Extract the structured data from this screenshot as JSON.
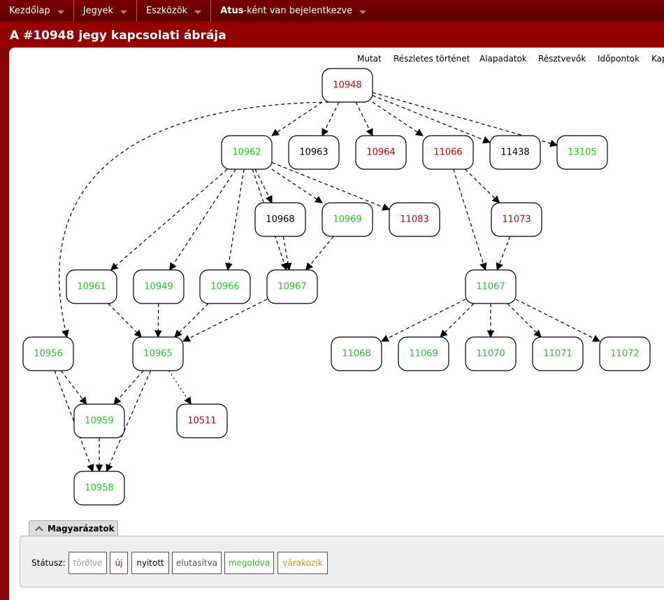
{
  "nav": {
    "items": [
      {
        "label": "Kezdőlap"
      },
      {
        "label": "Jegyek"
      },
      {
        "label": "Eszközök"
      }
    ],
    "user_bold": "Atus",
    "user_rest": "-ként van bejelentkezve"
  },
  "page": {
    "title": "A #10948 jegy kapcsolati ábrája"
  },
  "subnav": {
    "items": [
      "Mutat",
      "Részletes történet",
      "Alapadatok",
      "Résztvevők",
      "Időpontok",
      "Kap"
    ]
  },
  "colors": {
    "new": "#cc0000",
    "open": "#000000",
    "resolved": "#22cc22",
    "deleted": "#999999",
    "rejected": "#555555",
    "stalled": "#e09000"
  },
  "graph": {
    "nodes": [
      {
        "id": "10948",
        "status": "new"
      },
      {
        "id": "10962",
        "status": "resolved"
      },
      {
        "id": "10963",
        "status": "open"
      },
      {
        "id": "10964",
        "status": "new"
      },
      {
        "id": "11066",
        "status": "new"
      },
      {
        "id": "11438",
        "status": "open"
      },
      {
        "id": "13105",
        "status": "resolved"
      },
      {
        "id": "10968",
        "status": "open"
      },
      {
        "id": "10969",
        "status": "resolved"
      },
      {
        "id": "11083",
        "status": "new"
      },
      {
        "id": "11073",
        "status": "new"
      },
      {
        "id": "10961",
        "status": "resolved"
      },
      {
        "id": "10949",
        "status": "resolved"
      },
      {
        "id": "10966",
        "status": "resolved"
      },
      {
        "id": "10967",
        "status": "resolved"
      },
      {
        "id": "11067",
        "status": "resolved"
      },
      {
        "id": "10956",
        "status": "resolved"
      },
      {
        "id": "10965",
        "status": "resolved"
      },
      {
        "id": "11068",
        "status": "resolved"
      },
      {
        "id": "11069",
        "status": "resolved"
      },
      {
        "id": "11070",
        "status": "resolved"
      },
      {
        "id": "11071",
        "status": "resolved"
      },
      {
        "id": "11072",
        "status": "resolved"
      },
      {
        "id": "10959",
        "status": "resolved"
      },
      {
        "id": "10511",
        "status": "new"
      },
      {
        "id": "10958",
        "status": "resolved"
      }
    ],
    "edges": [
      [
        "10948",
        "10962"
      ],
      [
        "10948",
        "10963"
      ],
      [
        "10948",
        "10964"
      ],
      [
        "10948",
        "11066"
      ],
      [
        "10948",
        "11438"
      ],
      [
        "10948",
        "13105"
      ],
      [
        "10948",
        "10956"
      ],
      [
        "10962",
        "10968"
      ],
      [
        "10962",
        "10969"
      ],
      [
        "10962",
        "11083"
      ],
      [
        "10962",
        "10961"
      ],
      [
        "10962",
        "10949"
      ],
      [
        "10962",
        "10966"
      ],
      [
        "10962",
        "10967"
      ],
      [
        "10968",
        "10967"
      ],
      [
        "10969",
        "10967"
      ],
      [
        "11066",
        "11073"
      ],
      [
        "11066",
        "11067"
      ],
      [
        "11073",
        "11067"
      ],
      [
        "11067",
        "11068"
      ],
      [
        "11067",
        "11069"
      ],
      [
        "11067",
        "11070"
      ],
      [
        "11067",
        "11071"
      ],
      [
        "11067",
        "11072"
      ],
      [
        "10961",
        "10965"
      ],
      [
        "10949",
        "10965"
      ],
      [
        "10966",
        "10965"
      ],
      [
        "10967",
        "10965"
      ],
      [
        "10956",
        "10959"
      ],
      [
        "10956",
        "10958"
      ],
      [
        "10965",
        "10959"
      ],
      [
        "10965",
        "10958"
      ],
      [
        "10965",
        "10511",
        "dotted"
      ],
      [
        "10959",
        "10958"
      ]
    ]
  },
  "legend": {
    "tab_label": "Magyarázatok",
    "status_label": "Státusz:",
    "statuses": [
      {
        "label": "törölve",
        "status": "deleted"
      },
      {
        "label": "új",
        "status": "new"
      },
      {
        "label": "nyitott",
        "status": "open"
      },
      {
        "label": "elutasítva",
        "status": "rejected"
      },
      {
        "label": "megoldva",
        "status": "resolved"
      },
      {
        "label": "várakozik",
        "status": "stalled"
      }
    ]
  }
}
